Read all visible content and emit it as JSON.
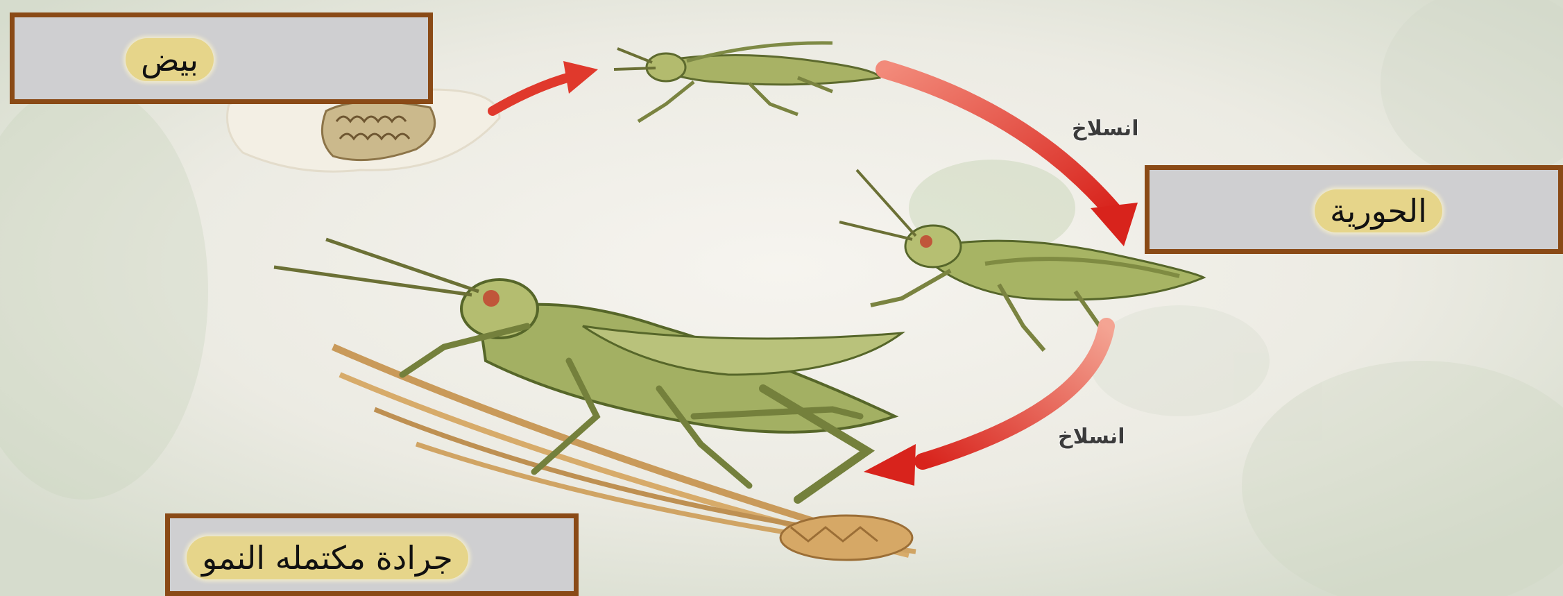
{
  "stages": {
    "eggs": "بيض",
    "nymph": "الحورية",
    "adult": "جرادة مكتمله النمو"
  },
  "transitions": {
    "molt_1": "انسلاخ",
    "molt_2": "انسلاخ"
  },
  "colors": {
    "box_border": "#8a4a16",
    "box_fill": "#cfcfd1",
    "label_highlight": "#e6d58a",
    "arrow": "#e23a2c",
    "grasshopper_body": "#9aa657"
  },
  "icons": [
    "egg-pod-icon",
    "hatchling-icon",
    "nymph-icon",
    "adult-grasshopper-icon",
    "wheat-icon",
    "arrow-icon"
  ]
}
